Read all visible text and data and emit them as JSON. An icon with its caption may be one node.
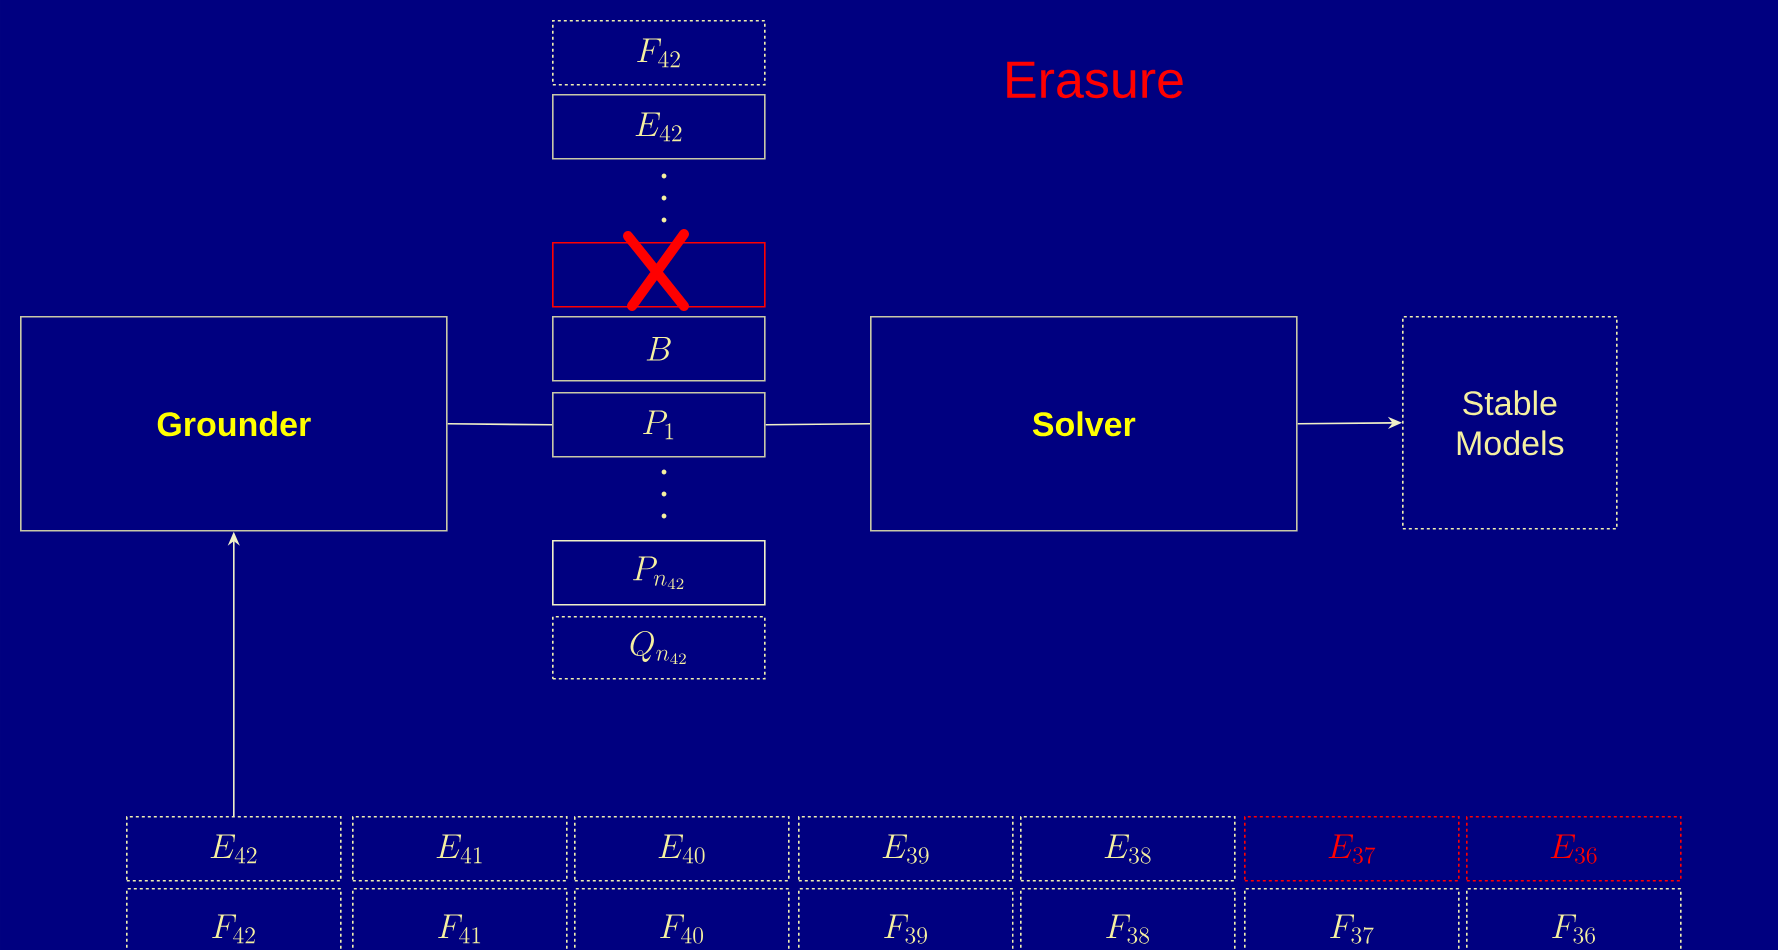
{
  "diagram": {
    "title": "Erasure",
    "nodes": [
      {
        "text": [
          "Grounder"
        ]
      },
      {
        "text": [
          "F_{42}"
        ]
      },
      {
        "text": [
          "E_{42}"
        ]
      },
      {
        "text": [],
        "shape": "box"
      },
      {
        "text": [
          "B"
        ]
      },
      {
        "text": [
          "P_1"
        ]
      },
      {
        "text": [
          "P_{n_{42}}"
        ]
      },
      {
        "text": [
          "Q_{n_{42}}"
        ]
      },
      {
        "text": [
          "Solver"
        ]
      },
      {
        "text": [
          "Stable Models"
        ]
      },
      {
        "text": [
          "E_{42}"
        ]
      },
      {
        "text": [
          "E_{41}"
        ]
      },
      {
        "text": [
          "E_{40}"
        ]
      },
      {
        "text": [
          "E_{39}"
        ]
      },
      {
        "text": [
          "E_{38}"
        ]
      },
      {
        "text": [
          "E_{37}"
        ]
      },
      {
        "text": [
          "E_{36}"
        ]
      },
      {
        "text": [
          "F_{42}"
        ]
      },
      {
        "text": [
          "F_{41}"
        ]
      },
      {
        "text": [
          "F_{40}"
        ]
      },
      {
        "text": [
          "F_{39}"
        ]
      },
      {
        "text": [
          "F_{38}"
        ]
      },
      {
        "text": [
          "F_{37}"
        ]
      },
      {
        "text": [
          "F_{36}"
        ]
      }
    ],
    "edges": [
      {
        "from": 0,
        "to": 5,
        "arrow": "none"
      },
      {
        "from": 5,
        "to": 8,
        "arrow": "none"
      },
      {
        "from": 8,
        "to": 9,
        "arrow": "to"
      },
      {
        "from": 10,
        "to": 0,
        "arrow": "to"
      }
    ]
  }
}
